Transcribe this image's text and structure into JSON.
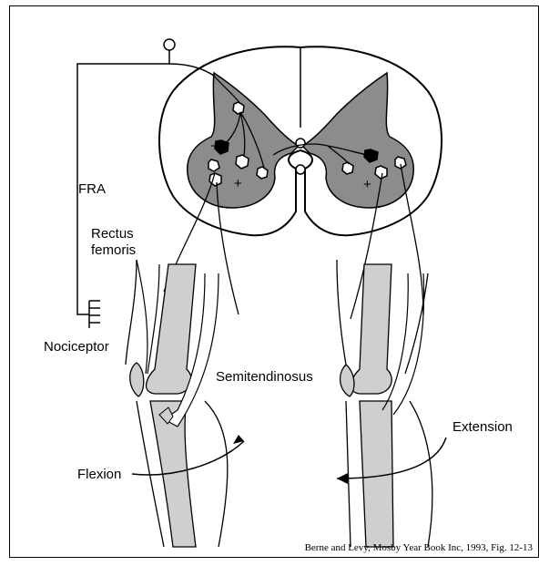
{
  "labels": {
    "fra": "FRA",
    "rectus_1": "Rectus",
    "rectus_2": "femoris",
    "nociceptor": "Nociceptor",
    "semitendinosus": "Semitendinosus",
    "flexion": "Flexion",
    "extension": "Extension",
    "minus": "−",
    "plus_left": "+",
    "plus_right": "+"
  },
  "caption": "Berne and Levy, Mosby Year Book Inc, 1993, Fig. 12-13",
  "colors": {
    "grey_matter": "#8c8c8c",
    "bone": "#cfcfcf",
    "ink": "#000000"
  }
}
